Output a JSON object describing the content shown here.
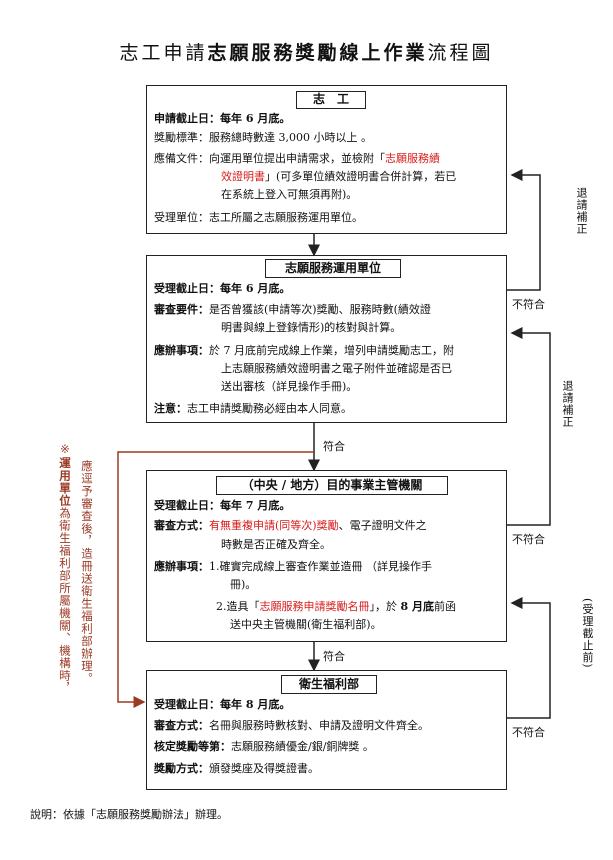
{
  "title": {
    "part1": "志工申請",
    "part2": "志願服務獎勵線上作業",
    "part3": "流程圖"
  },
  "box1": {
    "header": "志　工",
    "deadline_label": "申請截止日：",
    "deadline_value": "每年 6 月底。",
    "standard_label": "獎勵標準：",
    "standard_value": "服務總時數達 3,000 小時以上 。",
    "docs_label": "應備文件：",
    "docs_line1_a": "向運用單位提出申請需求，並檢附「",
    "docs_line1_red": "志願服務績",
    "docs_line2_red": "效證明書",
    "docs_line2_b": "」(可多單位績效證明書合併計算，若已",
    "docs_line3": "在系統上登入可無須再附)。",
    "unit_label": "受理單位：",
    "unit_value": "志工所屬之志願服務運用單位。"
  },
  "box2": {
    "header": "志願服務運用單位",
    "deadline_label": "受理截止日：",
    "deadline_value": "每年 6 月底。",
    "review_label": "審查要件：",
    "review_line1": "是否曾獲該(申請等次)獎勵、服務時數(績效證",
    "review_line2": "明書與線上登錄情形)的核對與計算。",
    "tasks_label": "應辦事項：",
    "tasks_line1": "於 7 月底前完成線上作業，增列申請獎勵志工，附",
    "tasks_line2": "上志願服務績效證明書之電子附件並確認是否已",
    "tasks_line3": "送出審核（詳見操作手冊)。",
    "note_label": "注意：",
    "note_value": "志工申請獎勵務必經由本人同意。"
  },
  "box3": {
    "header": "（中央 / 地方）目的事業主管機關",
    "deadline_label": "受理截止日：",
    "deadline_value": "每年 7 月底。",
    "method_label": "審查方式：",
    "method_line1_red": "有無重複申請(同等次)獎勵",
    "method_line1_b": "、電子證明文件之",
    "method_line2": "時數是否正確及齊全。",
    "tasks_label": "應辦事項：",
    "tasks_line1": "1.確實完成線上審查作業並造冊 （詳見操作手",
    "tasks_line2": "冊)。",
    "tasks_line3_a": "2.造具「",
    "tasks_line3_red": "志願服務申請獎勵名冊",
    "tasks_line3_b": "」，於 ",
    "tasks_line3_bold": "8 月底",
    "tasks_line3_c": "前函",
    "tasks_line4": "送中央主管機關(衛生福利部)。"
  },
  "box4": {
    "header": "衛生福利部",
    "deadline_label": "受理截止日：",
    "deadline_value": "每年 8 月底。",
    "method_label": "審查方式：",
    "method_value": "名冊與服務時數核對、申請及證明文件齊全。",
    "grade_label": "核定獎勵等第：",
    "grade_value": "志願服務績優金/銀/銅牌獎 。",
    "award_label": "獎勵方式：",
    "award_value": "頒發獎座及得獎證書。"
  },
  "labels": {
    "reject": "不符合",
    "pass": "符合",
    "return_fix": "退請補正",
    "return_deadline": "(受理截止前)"
  },
  "side_note": {
    "marker": "※",
    "bold_part": "運用單位",
    "rest_col1": "為衛生福利部所屬機關、機構時，",
    "col2": "應逕予審查後，造冊送衛生福利部辦理。"
  },
  "footnote": "說明：依據「志願服務獎勵辦法」辦理。"
}
